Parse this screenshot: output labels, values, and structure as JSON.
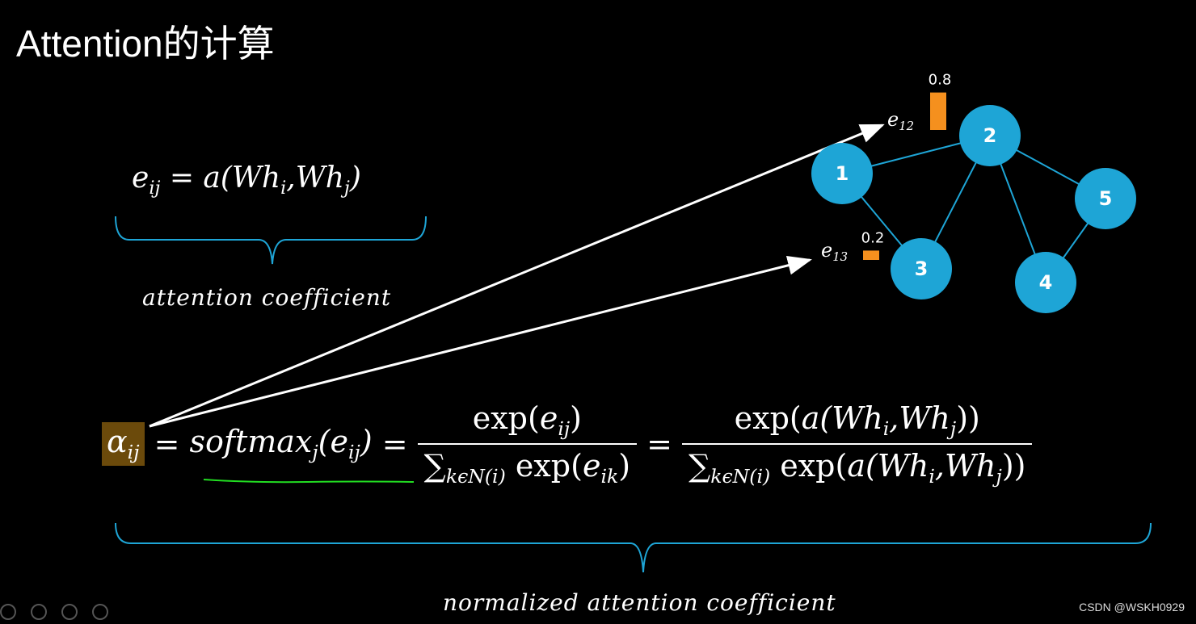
{
  "title": "Attention的计算",
  "formula_top": {
    "e": "e",
    "ij": "ij",
    "rhs": " = a(Wh",
    "i": "i",
    "mid": ",Wh",
    "j": "j",
    "end": ")"
  },
  "label_top": "attention coefficient",
  "formula_main": {
    "alpha": "α",
    "alpha_sub": "ij",
    "eq1": " = ",
    "softmax": "softmax",
    "softmax_sub": "j",
    "softmax_arg_open": "(e",
    "softmax_arg_sub": "ij",
    "softmax_arg_close": ")",
    "eq2": " = ",
    "frac1_num_a": "exp(",
    "frac1_num_b": "e",
    "frac1_num_sub": "ij",
    "frac1_num_c": ")",
    "frac1_den_sum": "∑",
    "frac1_den_sum_sub": "kϵN(i)",
    "frac1_den_b": " exp(",
    "frac1_den_c": "e",
    "frac1_den_sub": "ik",
    "frac1_den_d": ")",
    "eq3": " = ",
    "frac2_num_a": "exp(",
    "frac2_num_b": "a(Wh",
    "frac2_num_i": "i",
    "frac2_num_c": ",Wh",
    "frac2_num_j": "j",
    "frac2_num_d": "))",
    "frac2_den_sum": "∑",
    "frac2_den_sum_sub": "kϵN(i)",
    "frac2_den_a": " exp(",
    "frac2_den_b": "a(Wh",
    "frac2_den_i": "i",
    "frac2_den_c": ",Wh",
    "frac2_den_j": "j",
    "frac2_den_d": "))"
  },
  "label_bottom": "normalized attention coefficient",
  "graph": {
    "nodes": [
      {
        "id": "1",
        "label": "1"
      },
      {
        "id": "2",
        "label": "2"
      },
      {
        "id": "3",
        "label": "3"
      },
      {
        "id": "4",
        "label": "4"
      },
      {
        "id": "5",
        "label": "5"
      }
    ],
    "node_color": "#1ea5d6",
    "edge_color": "#1ea5d6",
    "bar_color": "#f5901e",
    "e12": {
      "e": "e",
      "sub": "12",
      "value": 0.8,
      "value_label": "0.8"
    },
    "e13": {
      "e": "e",
      "sub": "13",
      "value": 0.2,
      "value_label": "0.2"
    }
  },
  "watermark": "CSDN @WSKH0929"
}
